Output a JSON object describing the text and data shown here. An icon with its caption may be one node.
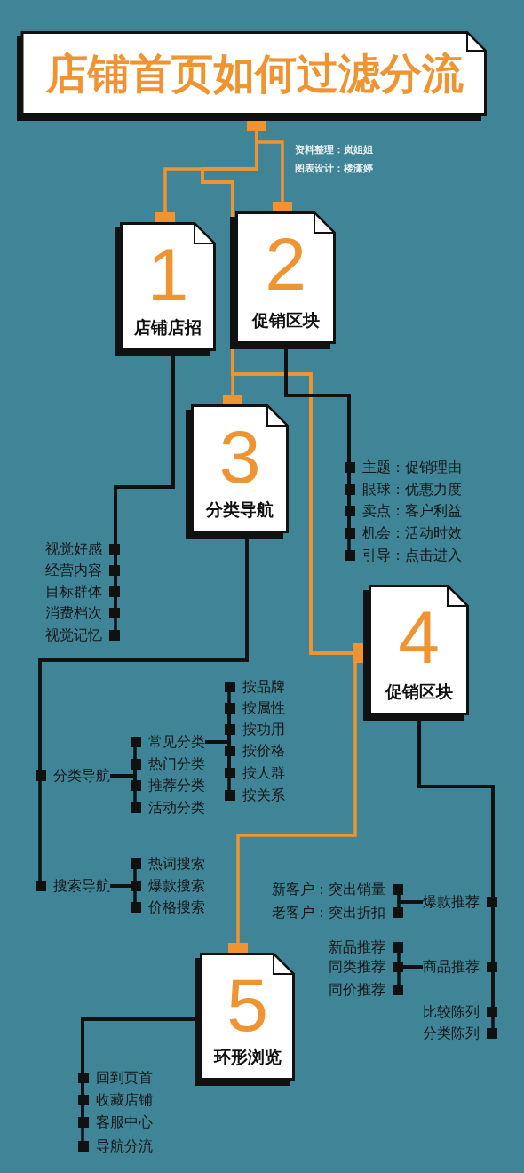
{
  "diagram": {
    "nodes": [
      {
        "text": [
          "店铺首页如何过滤分流"
        ]
      },
      {
        "text": [
          "1",
          "店铺店招"
        ]
      },
      {
        "text": [
          "2",
          "促销区块"
        ]
      },
      {
        "text": [
          "3",
          "分类导航"
        ]
      },
      {
        "text": [
          "4",
          "促销区块"
        ]
      },
      {
        "text": [
          "5",
          "环形浏览"
        ]
      },
      {
        "text": [
          "视觉好感"
        ]
      },
      {
        "text": [
          "经营内容"
        ]
      },
      {
        "text": [
          "目标群体"
        ]
      },
      {
        "text": [
          "消费档次"
        ]
      },
      {
        "text": [
          "视觉记忆"
        ]
      },
      {
        "text": [
          "主题：促销理由"
        ]
      },
      {
        "text": [
          "眼球：优惠力度"
        ]
      },
      {
        "text": [
          "卖点：客户利益"
        ]
      },
      {
        "text": [
          "机会：活动时效"
        ]
      },
      {
        "text": [
          "引导：点击进入"
        ]
      },
      {
        "text": [
          "分类导航"
        ]
      },
      {
        "text": [
          "搜索导航"
        ]
      },
      {
        "text": [
          "常见分类"
        ]
      },
      {
        "text": [
          "热门分类"
        ]
      },
      {
        "text": [
          "推荐分类"
        ]
      },
      {
        "text": [
          "活动分类"
        ]
      },
      {
        "text": [
          "按品牌"
        ]
      },
      {
        "text": [
          "按属性"
        ]
      },
      {
        "text": [
          "按功用"
        ]
      },
      {
        "text": [
          "按价格"
        ]
      },
      {
        "text": [
          "按人群"
        ]
      },
      {
        "text": [
          "按关系"
        ]
      },
      {
        "text": [
          "热词搜索"
        ]
      },
      {
        "text": [
          "爆款搜索"
        ]
      },
      {
        "text": [
          "价格搜索"
        ]
      },
      {
        "text": [
          "爆款推荐"
        ]
      },
      {
        "text": [
          "商品推荐"
        ]
      },
      {
        "text": [
          "比较陈列"
        ]
      },
      {
        "text": [
          "分类陈列"
        ]
      },
      {
        "text": [
          "新客户：突出销量"
        ]
      },
      {
        "text": [
          "老客户：突出折扣"
        ]
      },
      {
        "text": [
          "新品推荐"
        ]
      },
      {
        "text": [
          "同类推荐"
        ]
      },
      {
        "text": [
          "同价推荐"
        ]
      },
      {
        "text": [
          "回到页首"
        ]
      },
      {
        "text": [
          "收藏店铺"
        ]
      },
      {
        "text": [
          "客服中心"
        ]
      },
      {
        "text": [
          "导航分流"
        ]
      }
    ],
    "edges": [
      {
        "from": 0,
        "to": 1,
        "arrow": "other",
        "color": "#ef9431"
      },
      {
        "from": 0,
        "to": 2,
        "arrow": "other",
        "color": "#ef9431"
      },
      {
        "from": 0,
        "to": 3,
        "arrow": "other",
        "color": "#ef9431"
      },
      {
        "from": 0,
        "to": 4,
        "arrow": "other",
        "color": "#ef9431"
      },
      {
        "from": 0,
        "to": 5,
        "arrow": "other",
        "color": "#ef9431"
      },
      {
        "from": 1,
        "to": 6,
        "arrow": "other"
      },
      {
        "from": 1,
        "to": 7,
        "arrow": "other"
      },
      {
        "from": 1,
        "to": 8,
        "arrow": "other"
      },
      {
        "from": 1,
        "to": 9,
        "arrow": "other"
      },
      {
        "from": 1,
        "to": 10,
        "arrow": "other"
      },
      {
        "from": 2,
        "to": 11,
        "arrow": "other"
      },
      {
        "from": 2,
        "to": 12,
        "arrow": "other"
      },
      {
        "from": 2,
        "to": 13,
        "arrow": "other"
      },
      {
        "from": 2,
        "to": 14,
        "arrow": "other"
      },
      {
        "from": 2,
        "to": 15,
        "arrow": "other"
      },
      {
        "from": 3,
        "to": 16,
        "arrow": "other"
      },
      {
        "from": 3,
        "to": 17,
        "arrow": "other"
      },
      {
        "from": 16,
        "to": 18,
        "arrow": "other"
      },
      {
        "from": 16,
        "to": 19,
        "arrow": "other"
      },
      {
        "from": 16,
        "to": 20,
        "arrow": "other"
      },
      {
        "from": 16,
        "to": 21,
        "arrow": "other"
      },
      {
        "from": 18,
        "to": 22,
        "arrow": "other"
      },
      {
        "from": 18,
        "to": 23,
        "arrow": "other"
      },
      {
        "from": 18,
        "to": 24,
        "arrow": "other"
      },
      {
        "from": 18,
        "to": 25,
        "arrow": "other"
      },
      {
        "from": 18,
        "to": 26,
        "arrow": "other"
      },
      {
        "from": 18,
        "to": 27,
        "arrow": "other"
      },
      {
        "from": 17,
        "to": 28,
        "arrow": "other"
      },
      {
        "from": 17,
        "to": 29,
        "arrow": "other"
      },
      {
        "from": 17,
        "to": 30,
        "arrow": "other"
      },
      {
        "from": 4,
        "to": 31,
        "arrow": "other"
      },
      {
        "from": 4,
        "to": 32,
        "arrow": "other"
      },
      {
        "from": 4,
        "to": 33,
        "arrow": "other"
      },
      {
        "from": 4,
        "to": 34,
        "arrow": "other"
      },
      {
        "from": 31,
        "to": 35,
        "arrow": "other"
      },
      {
        "from": 31,
        "to": 36,
        "arrow": "other"
      },
      {
        "from": 32,
        "to": 37,
        "arrow": "other"
      },
      {
        "from": 32,
        "to": 38,
        "arrow": "other"
      },
      {
        "from": 32,
        "to": 39,
        "arrow": "other"
      },
      {
        "from": 5,
        "to": 40,
        "arrow": "other"
      },
      {
        "from": 5,
        "to": 41,
        "arrow": "other"
      },
      {
        "from": 5,
        "to": 42,
        "arrow": "other"
      },
      {
        "from": 5,
        "to": 43,
        "arrow": "other"
      }
    ],
    "labels": [
      "资料整理：岚姐姐",
      "图表设计：楼潇婷"
    ]
  }
}
